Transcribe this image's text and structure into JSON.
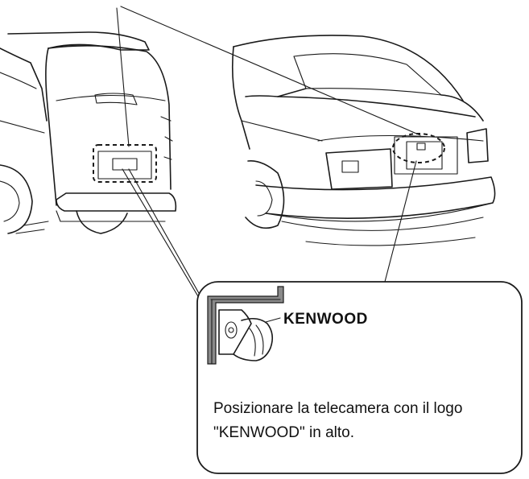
{
  "diagram": {
    "camera_brand_label": "KENWOOD",
    "instruction_line_1": "Posizionare la telecamera con il logo",
    "instruction_line_2": "\"KENWOOD\" in alto."
  }
}
